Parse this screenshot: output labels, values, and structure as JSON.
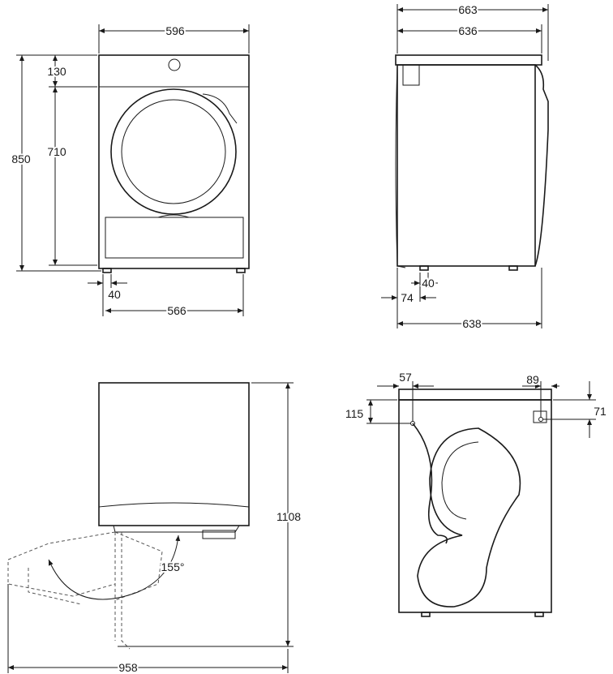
{
  "title": "Dryer dimension drawing",
  "front_view": {
    "width_top": "596",
    "panel_height": "130",
    "door_area_height": "710",
    "total_height": "850",
    "foot_inset": "40",
    "foot_span": "566"
  },
  "side_view": {
    "total_depth": "663",
    "body_depth": "636",
    "rear_offset": "74",
    "foot_offset": "40",
    "base_depth": "638"
  },
  "door_open_view": {
    "height_with_door": "1108",
    "door_angle": "155°",
    "depth_with_door_open": "958"
  },
  "rear_view": {
    "hose_offset_left": "57",
    "outlet_offset_right": "89",
    "hose_drop": "115",
    "outlet_drop": "71"
  }
}
